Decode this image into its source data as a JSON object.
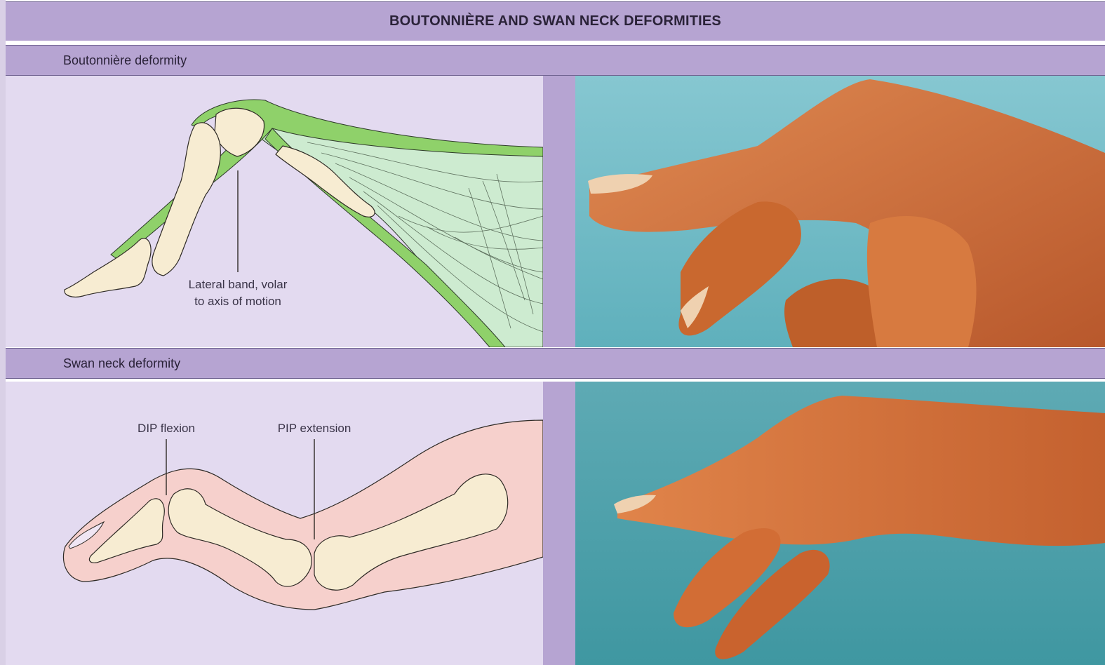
{
  "title": "BOUTONNIÈRE AND SWAN NECK DEFORMITIES",
  "sections": [
    {
      "label": "Boutonnière deformity",
      "annotations": [
        "Lateral band, volar",
        "to axis of motion"
      ]
    },
    {
      "label": "Swan neck deformity",
      "annotations": [
        "DIP flexion",
        "PIP extension"
      ]
    }
  ],
  "colors": {
    "header_bg": "#b6a4d2",
    "diagram_bg": "#e3daf0",
    "tendon_green": "#8fd16a",
    "bone": "#f7ecd2",
    "skin_pink": "#f6d0cc",
    "photo_bg_top": "#7fc2cc",
    "photo_bg_bottom": "#3e9ca6",
    "skin_photo": "#d4703a"
  },
  "icons": [
    "finger-bone-illustration",
    "hand-photo"
  ]
}
